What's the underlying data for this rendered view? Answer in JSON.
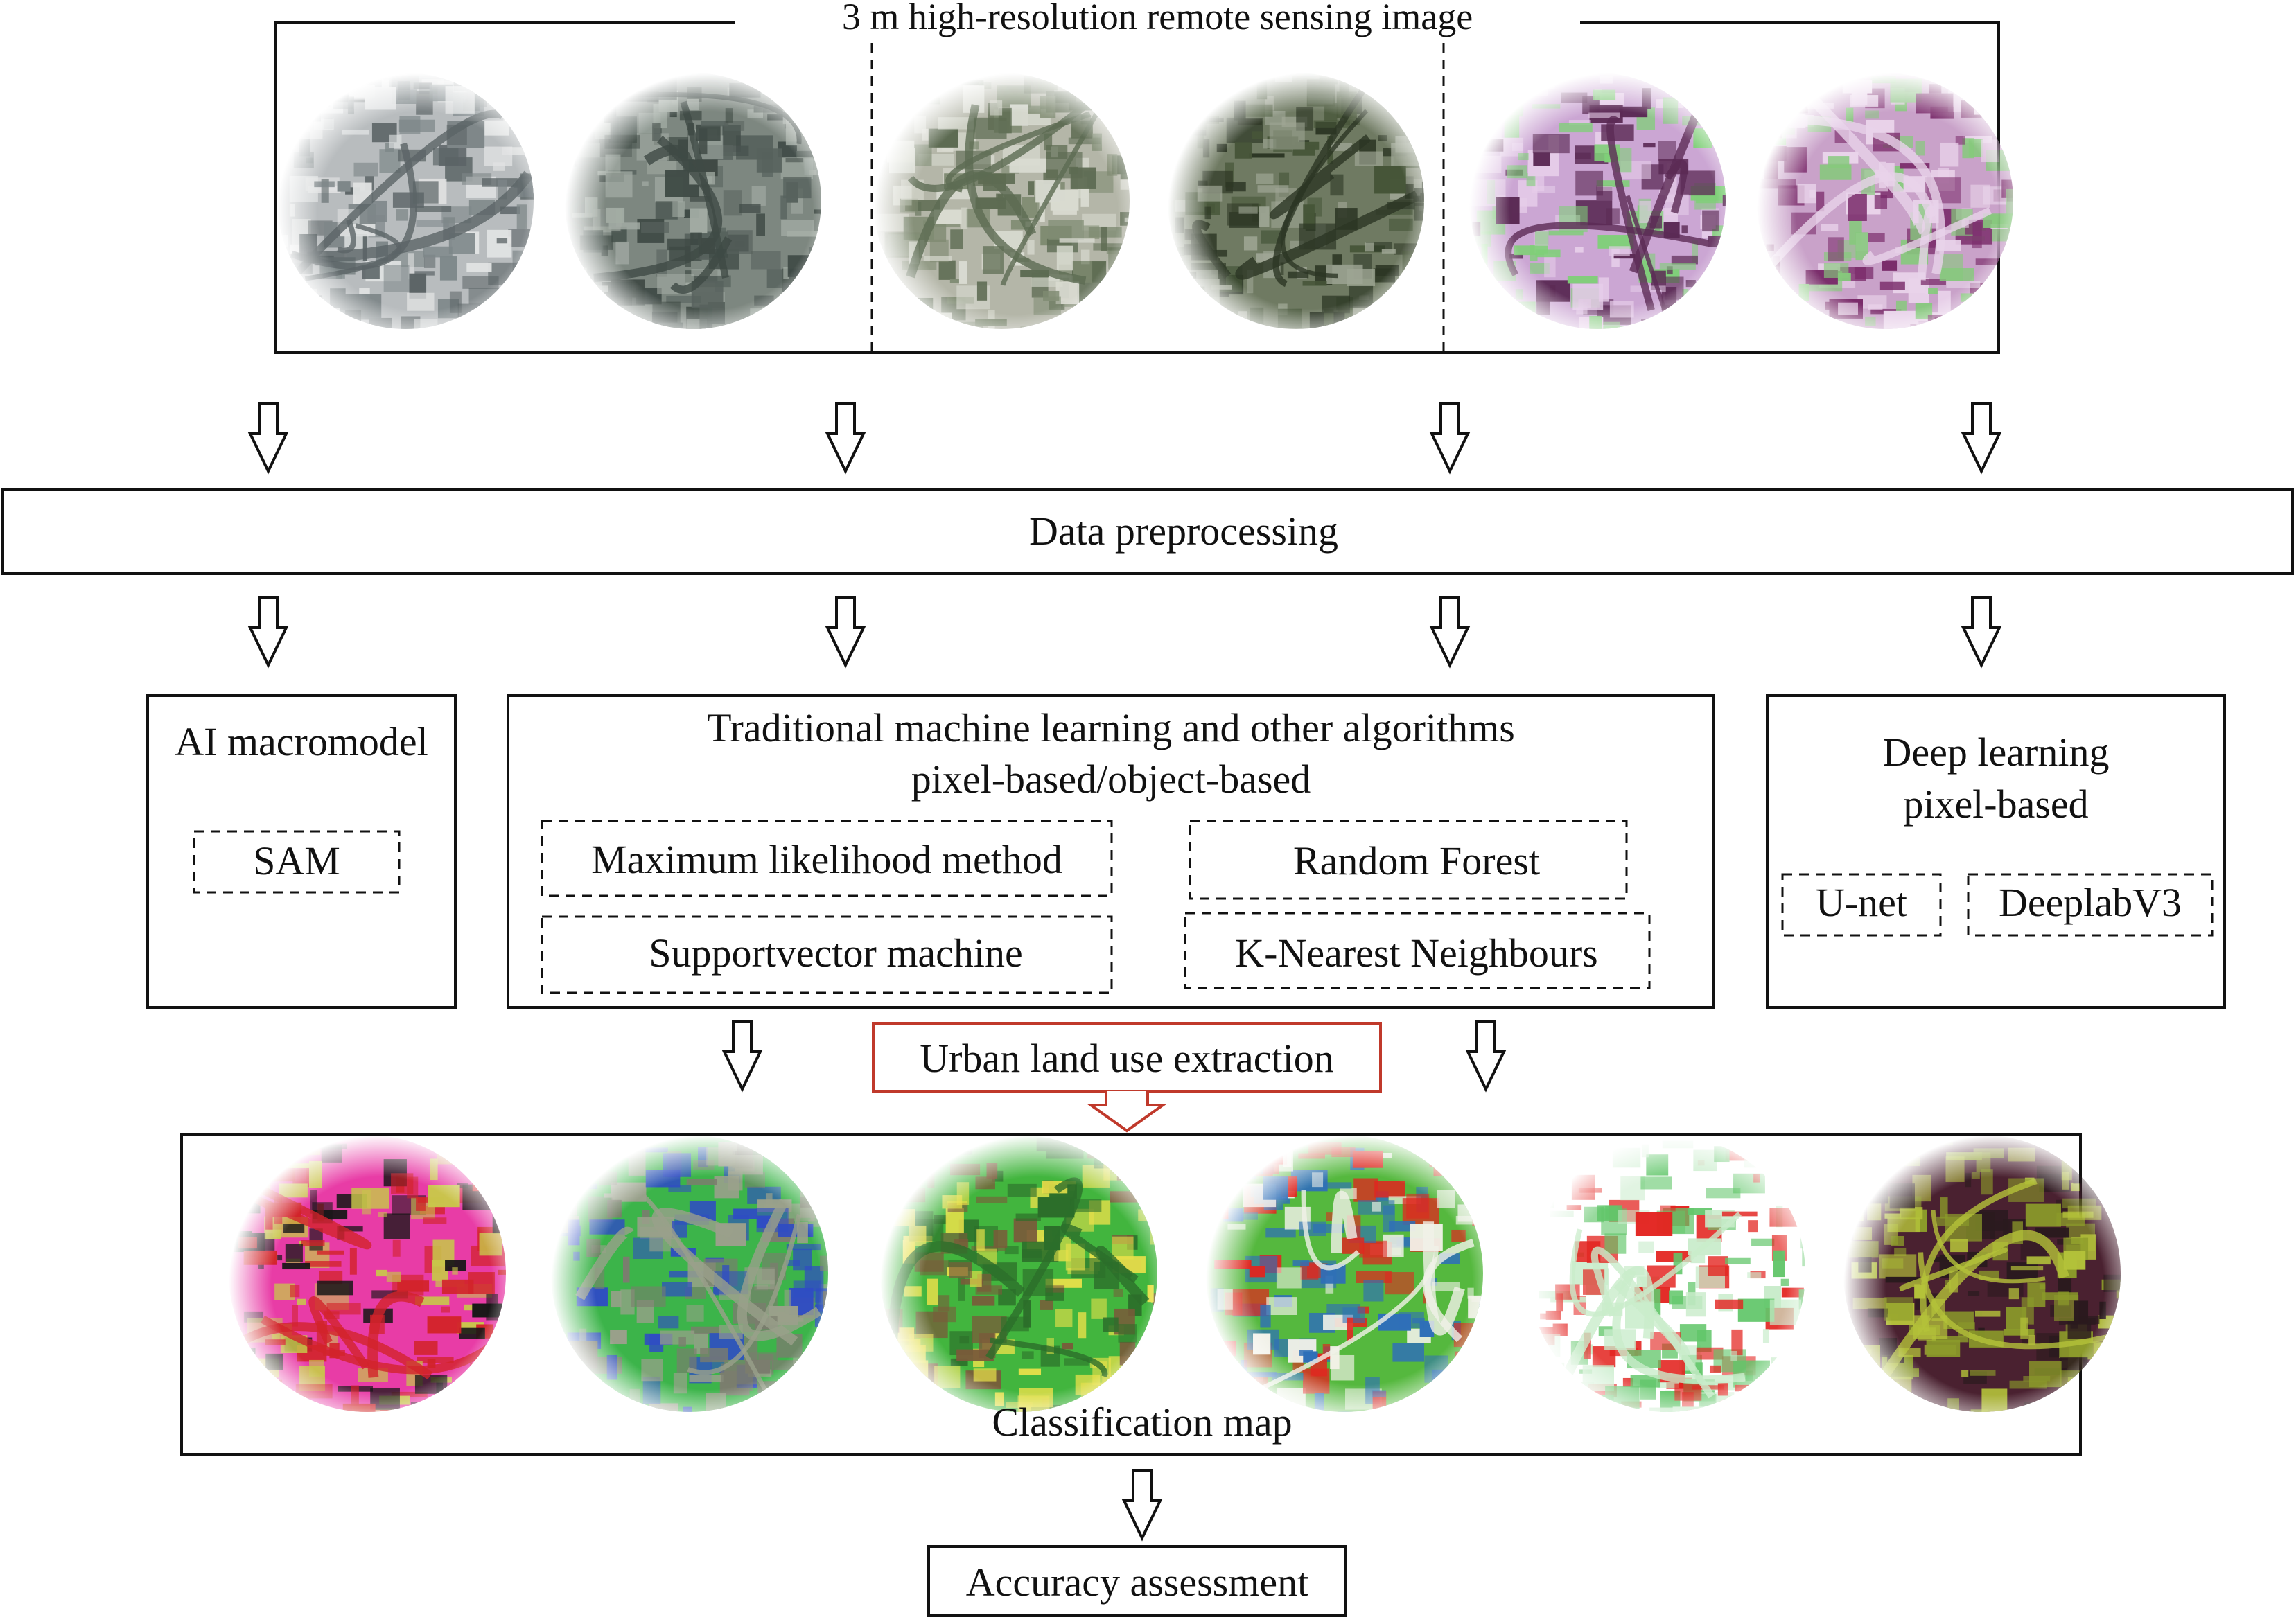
{
  "top_panel": {
    "title": "3 m high-resolution remote sensing image",
    "images": [
      {
        "name": "satellite-image-1",
        "palette": [
          "#b8bcbe",
          "#7e8789",
          "#e1e3e3",
          "#5b6466"
        ]
      },
      {
        "name": "satellite-image-2",
        "palette": [
          "#7d8780",
          "#57625d",
          "#a3aca4",
          "#3f4a45"
        ]
      },
      {
        "name": "satellite-image-3",
        "palette": [
          "#b4b6a8",
          "#7f8b72",
          "#d9dbd1",
          "#5d6b52"
        ]
      },
      {
        "name": "satellite-image-4",
        "palette": [
          "#6f7a62",
          "#465538",
          "#9fa695",
          "#2c3624"
        ]
      },
      {
        "name": "satellite-image-5",
        "palette": [
          "#cba6d3",
          "#7fcf78",
          "#e6cde9",
          "#5b2a55"
        ]
      },
      {
        "name": "satellite-image-6",
        "palette": [
          "#c9a2c9",
          "#86c97c",
          "#7a2b6a",
          "#e9d3ea"
        ]
      }
    ]
  },
  "preprocessing": {
    "label": "Data preprocessing"
  },
  "ai_panel": {
    "title": "AI macromodel",
    "methods": [
      "SAM"
    ]
  },
  "traditional_panel": {
    "title_line1": "Traditional machine learning and other algorithms",
    "title_line2": "pixel-based/object-based",
    "methods": [
      "Maximum likelihood method",
      "Random Forest",
      "Supportvector machine",
      "K-Nearest Neighbours"
    ]
  },
  "deep_panel": {
    "title_line1": "Deep learning",
    "title_line2": "pixel-based",
    "methods": [
      "U-net",
      "DeeplabV3"
    ]
  },
  "extraction": {
    "label": "Urban land use extraction",
    "accent": "#c0392b"
  },
  "classification": {
    "label": "Classification map",
    "maps": [
      {
        "name": "classification-map-1",
        "palette": [
          "#e83ca6",
          "#171717",
          "#c8c74a",
          "#d2232a"
        ]
      },
      {
        "name": "classification-map-2",
        "palette": [
          "#3cb44a",
          "#7b7d6e",
          "#2f4cc4",
          "#9aa08b"
        ]
      },
      {
        "name": "classification-map-3",
        "palette": [
          "#42b53e",
          "#e8e04a",
          "#7a5a3a",
          "#2c6e2a"
        ]
      },
      {
        "name": "classification-map-4",
        "palette": [
          "#55b83e",
          "#e0261f",
          "#2f6fb8",
          "#f1f1e8"
        ]
      },
      {
        "name": "classification-map-5",
        "palette": [
          "#ffffff",
          "#e32420",
          "#62c66a",
          "#c9eccb"
        ]
      },
      {
        "name": "classification-map-6",
        "palette": [
          "#4a2130",
          "#8b9a2a",
          "#2a1a1e",
          "#b4c23a"
        ]
      }
    ]
  },
  "assessment": {
    "label": "Accuracy assessment"
  }
}
